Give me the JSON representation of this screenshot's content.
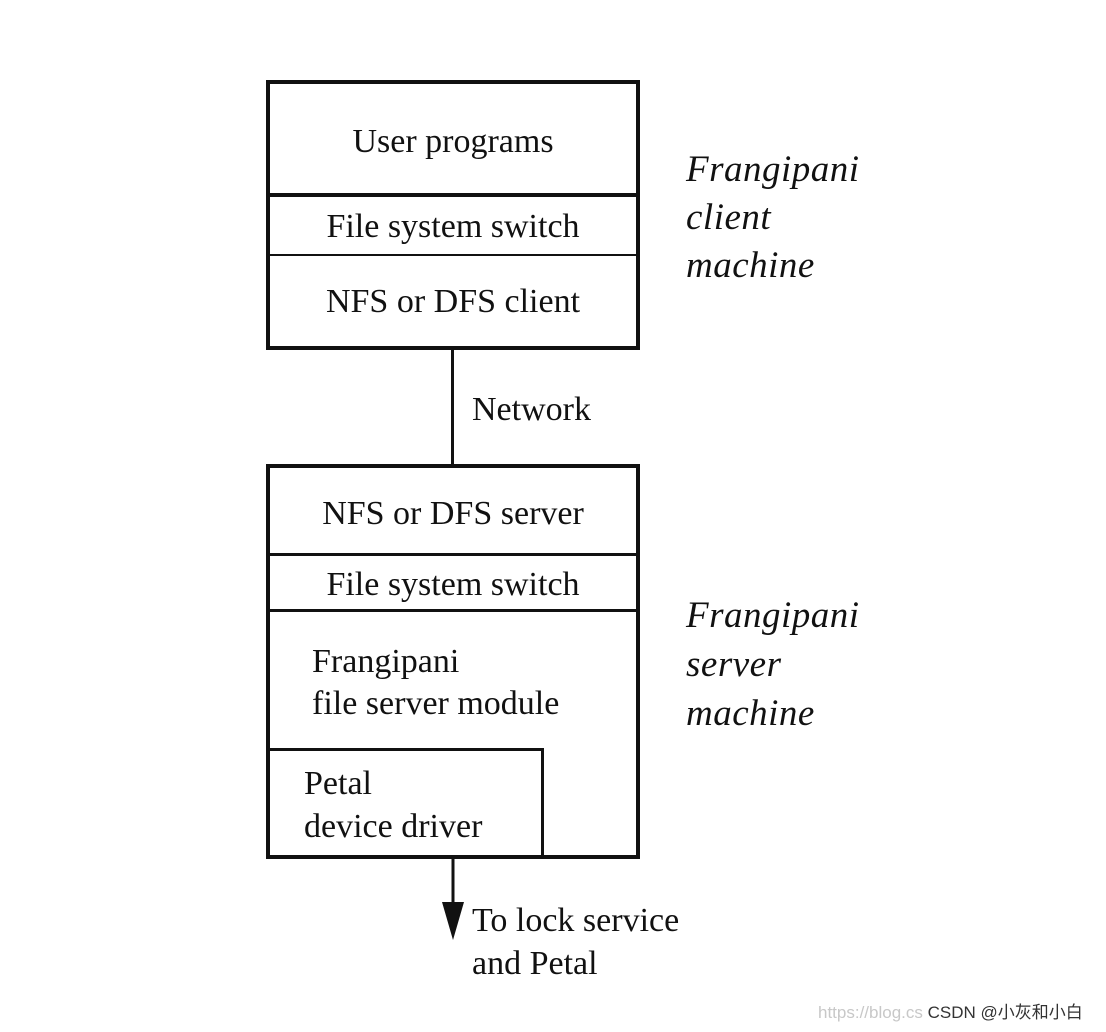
{
  "client": {
    "layers": [
      "User programs",
      "File system switch",
      "NFS or DFS client"
    ],
    "side_label": [
      "Frangipani",
      "client",
      "machine"
    ]
  },
  "network_label": "Network",
  "server": {
    "layers": [
      "NFS or DFS server",
      "File system switch"
    ],
    "module_label": [
      "Frangipani",
      "file server module"
    ],
    "driver_label": [
      "Petal",
      "device driver"
    ],
    "side_label": [
      "Frangipani",
      "server",
      "machine"
    ]
  },
  "output_label": [
    "To lock service",
    "and Petal"
  ],
  "watermark": {
    "url_part": "https://blog.cs",
    "brand": "CSDN @小灰和小白"
  }
}
